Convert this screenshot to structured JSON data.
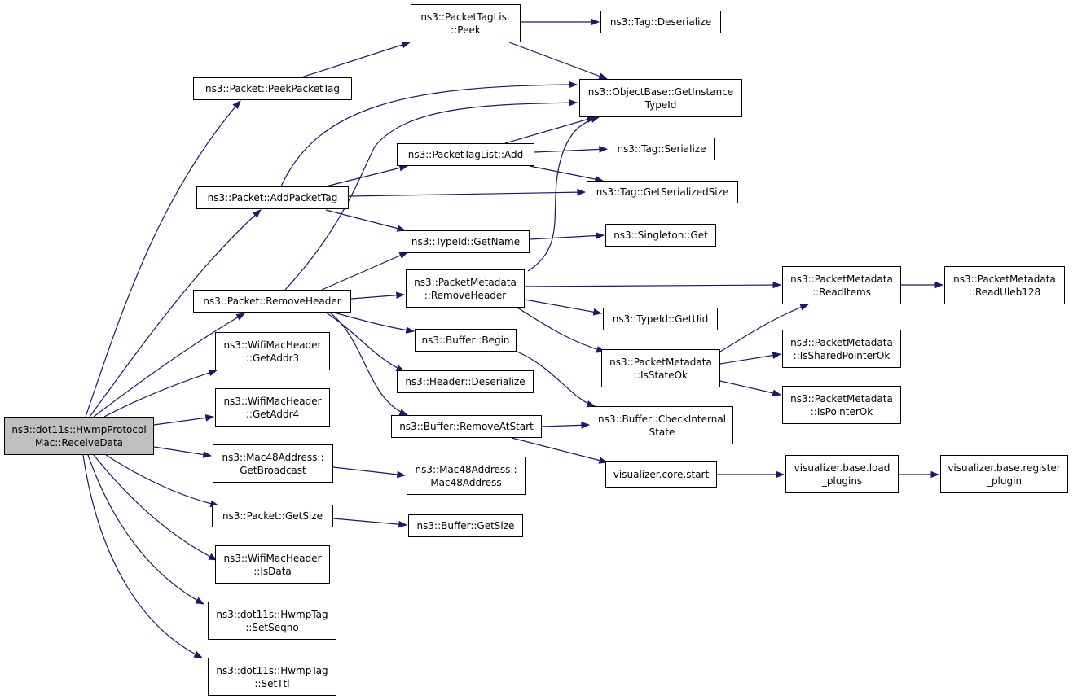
{
  "colors": {
    "edge": "#191970",
    "root_fill": "#bfbfbf",
    "node_fill": "#ffffff",
    "node_border": "#000000"
  },
  "nodes": {
    "receive_data": {
      "line1": "ns3::dot11s::HwmpProtocol",
      "line2": "Mac::ReceiveData"
    },
    "peek_packet_tag": {
      "line1": "ns3::Packet::PeekPacketTag"
    },
    "add_packet_tag": {
      "line1": "ns3::Packet::AddPacketTag"
    },
    "remove_header": {
      "line1": "ns3::Packet::RemoveHeader"
    },
    "get_addr3": {
      "line1": "ns3::WifiMacHeader",
      "line2": "::GetAddr3"
    },
    "get_addr4": {
      "line1": "ns3::WifiMacHeader",
      "line2": "::GetAddr4"
    },
    "get_broadcast": {
      "line1": "ns3::Mac48Address::",
      "line2": "GetBroadcast"
    },
    "packet_get_size": {
      "line1": "ns3::Packet::GetSize"
    },
    "is_data": {
      "line1": "ns3::WifiMacHeader",
      "line2": "::IsData"
    },
    "set_seqno": {
      "line1": "ns3::dot11s::HwmpTag",
      "line2": "::SetSeqno"
    },
    "set_ttl": {
      "line1": "ns3::dot11s::HwmpTag",
      "line2": "::SetTtl"
    },
    "tag_list_peek": {
      "line1": "ns3::PacketTagList",
      "line2": "::Peek"
    },
    "tag_list_add": {
      "line1": "ns3::PacketTagList::Add"
    },
    "typeid_get_name": {
      "line1": "ns3::TypeId::GetName"
    },
    "metadata_remove_header": {
      "line1": "ns3::PacketMetadata",
      "line2": "::RemoveHeader"
    },
    "buffer_begin": {
      "line1": "ns3::Buffer::Begin"
    },
    "header_deserialize": {
      "line1": "ns3::Header::Deserialize"
    },
    "buffer_remove_at_start": {
      "line1": "ns3::Buffer::RemoveAtStart"
    },
    "mac48_address": {
      "line1": "ns3::Mac48Address::",
      "line2": "Mac48Address"
    },
    "buffer_get_size": {
      "line1": "ns3::Buffer::GetSize"
    },
    "tag_deserialize": {
      "line1": "ns3::Tag::Deserialize"
    },
    "get_instance_typeid": {
      "line1": "ns3::ObjectBase::GetInstance",
      "line2": "TypeId"
    },
    "tag_serialize": {
      "line1": "ns3::Tag::Serialize"
    },
    "tag_get_serialized_size": {
      "line1": "ns3::Tag::GetSerializedSize"
    },
    "singleton_get": {
      "line1": "ns3::Singleton::Get"
    },
    "typeid_get_uid": {
      "line1": "ns3::TypeId::GetUid"
    },
    "metadata_is_state_ok": {
      "line1": "ns3::PacketMetadata",
      "line2": "::IsStateOk"
    },
    "buffer_check_internal_state": {
      "line1": "ns3::Buffer::CheckInternal",
      "line2": "State"
    },
    "visualizer_core_start": {
      "line1": "visualizer.core.start"
    },
    "metadata_read_items": {
      "line1": "ns3::PacketMetadata",
      "line2": "::ReadItems"
    },
    "metadata_is_shared_pointer_ok": {
      "line1": "ns3::PacketMetadata",
      "line2": "::IsSharedPointerOk"
    },
    "metadata_is_pointer_ok": {
      "line1": "ns3::PacketMetadata",
      "line2": "::IsPointerOk"
    },
    "visualizer_load_plugins": {
      "line1": "visualizer.base.load",
      "line2": "_plugins"
    },
    "metadata_read_uleb128": {
      "line1": "ns3::PacketMetadata",
      "line2": "::ReadUleb128"
    },
    "visualizer_register_plugin": {
      "line1": "visualizer.base.register",
      "line2": "_plugin"
    }
  }
}
